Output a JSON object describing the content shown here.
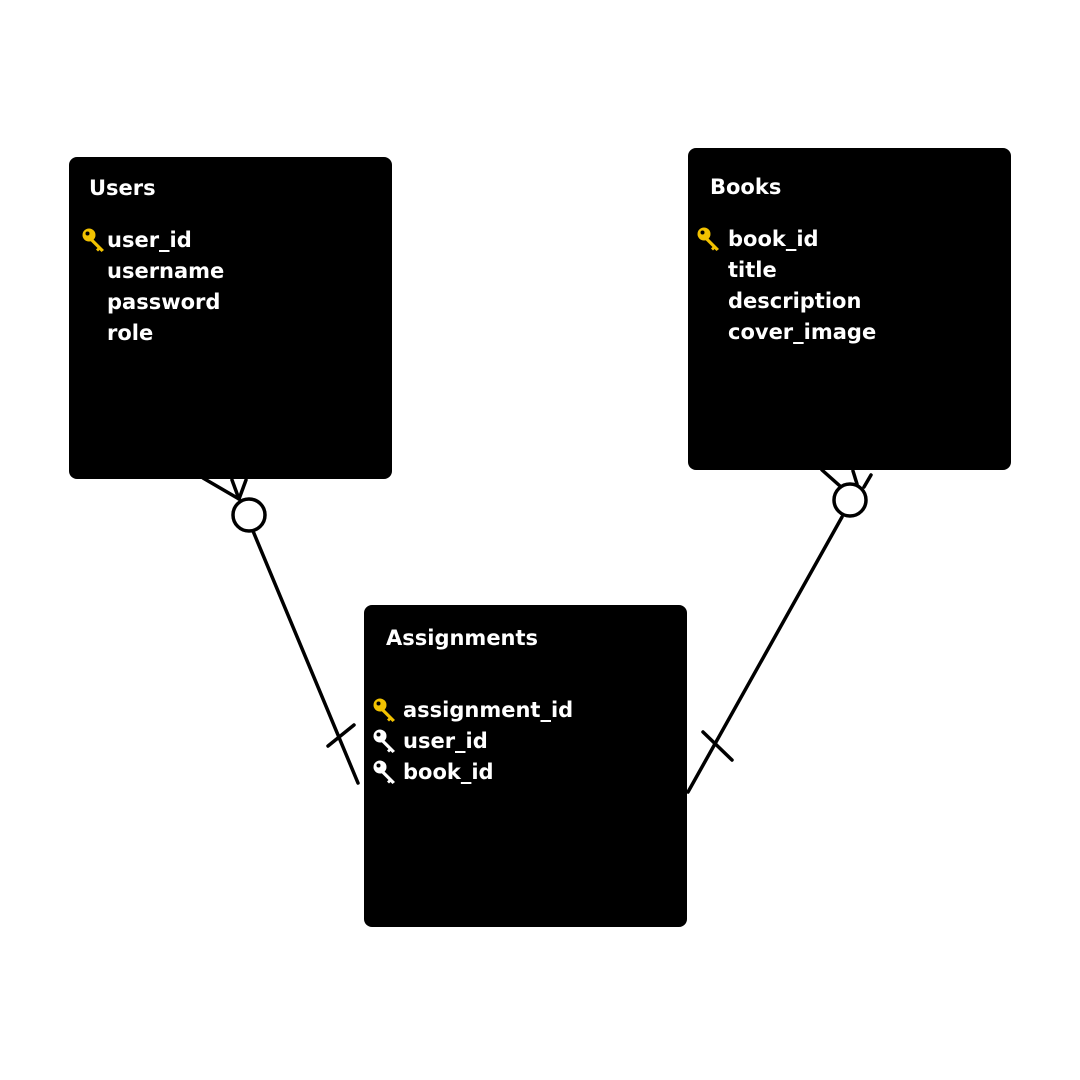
{
  "diagram": {
    "type": "entity-relationship",
    "colors": {
      "entity_fill": "#000000",
      "text": "#ffffff",
      "primary_key": "#f2c200",
      "foreign_key": "#ffffff",
      "connector": "#000000",
      "background": "#ffffff"
    },
    "entities": {
      "users": {
        "title": "Users",
        "fields": [
          {
            "name": "user_id",
            "key": "primary-key-icon"
          },
          {
            "name": "username",
            "key": ""
          },
          {
            "name": "password",
            "key": ""
          },
          {
            "name": "role",
            "key": ""
          }
        ]
      },
      "books": {
        "title": "Books",
        "fields": [
          {
            "name": "book_id",
            "key": "primary-key-icon"
          },
          {
            "name": "title",
            "key": ""
          },
          {
            "name": "description",
            "key": ""
          },
          {
            "name": "cover_image",
            "key": ""
          }
        ]
      },
      "assignments": {
        "title": "Assignments",
        "fields": [
          {
            "name": "assignment_id",
            "key": "primary-key-icon"
          },
          {
            "name": "user_id",
            "key": "foreign-key-icon"
          },
          {
            "name": "book_id",
            "key": "foreign-key-icon"
          }
        ]
      }
    },
    "relationships": [
      {
        "from": "Users",
        "to": "Assignments",
        "from_cardinality": "zero-or-many",
        "to_cardinality": "exactly-one"
      },
      {
        "from": "Books",
        "to": "Assignments",
        "from_cardinality": "zero-or-many",
        "to_cardinality": "exactly-one"
      }
    ]
  }
}
